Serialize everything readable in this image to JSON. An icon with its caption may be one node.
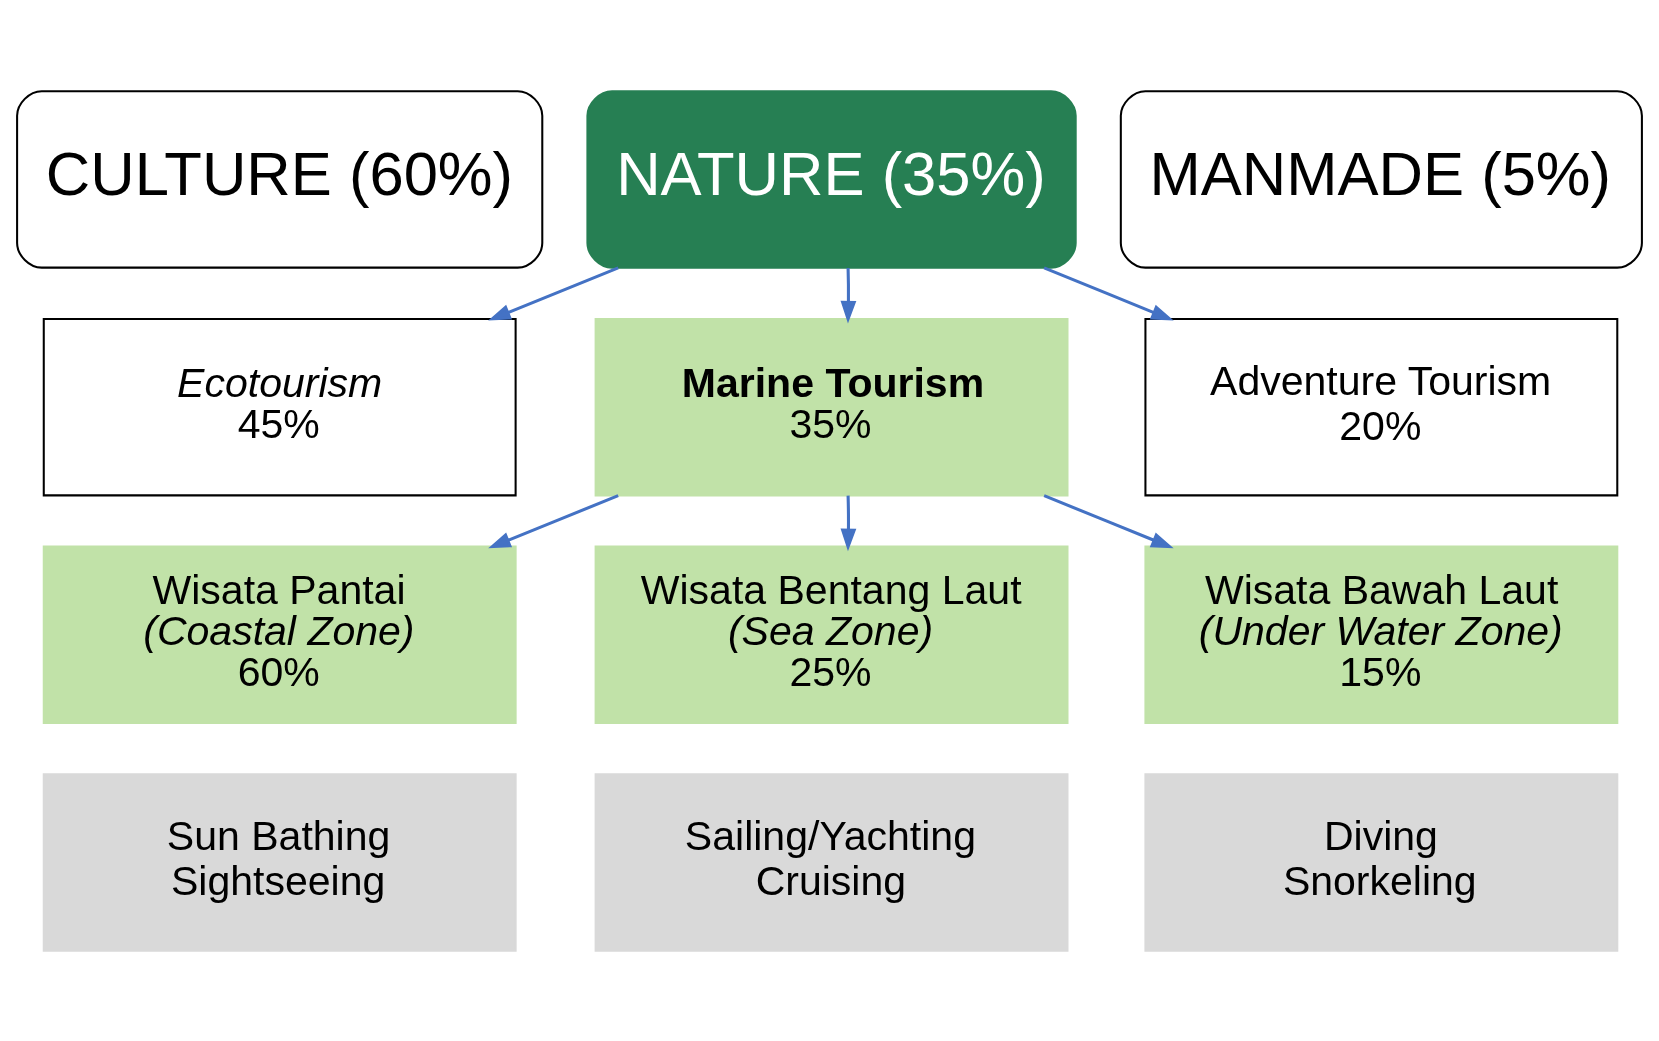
{
  "diagram": {
    "nodes": [
      {
        "text": [
          "CULTURE (60%)"
        ]
      },
      {
        "text": [
          "NATURE (35%)"
        ]
      },
      {
        "text": [
          "MANMADE (5%)"
        ]
      },
      {
        "text": [
          "Ecotourism",
          "45%"
        ]
      },
      {
        "text": [
          "Marine Tourism",
          "35%"
        ]
      },
      {
        "text": [
          "Adventure Tourism",
          "20%"
        ]
      },
      {
        "text": [
          "Wisata Pantai",
          "(Coastal Zone)",
          "60%"
        ]
      },
      {
        "text": [
          "Wisata Bentang Laut",
          "(Sea Zone)",
          "25%"
        ]
      },
      {
        "text": [
          "Wisata Bawah Laut",
          "(Under Water Zone)",
          "15%"
        ]
      },
      {
        "text": [
          "Sun Bathing",
          "Sightseeing"
        ]
      },
      {
        "text": [
          "Sailing/Yachting",
          "Cruising"
        ]
      },
      {
        "text": [
          "Diving",
          "Snorkeling"
        ]
      }
    ],
    "edges": [
      {
        "from": 1,
        "to": 3,
        "arrow": "to"
      },
      {
        "from": 1,
        "to": 4,
        "arrow": "to"
      },
      {
        "from": 1,
        "to": 5,
        "arrow": "to"
      },
      {
        "from": 4,
        "to": 6,
        "arrow": "to"
      },
      {
        "from": 4,
        "to": 7,
        "arrow": "to"
      },
      {
        "from": 4,
        "to": 8,
        "arrow": "to"
      }
    ]
  }
}
